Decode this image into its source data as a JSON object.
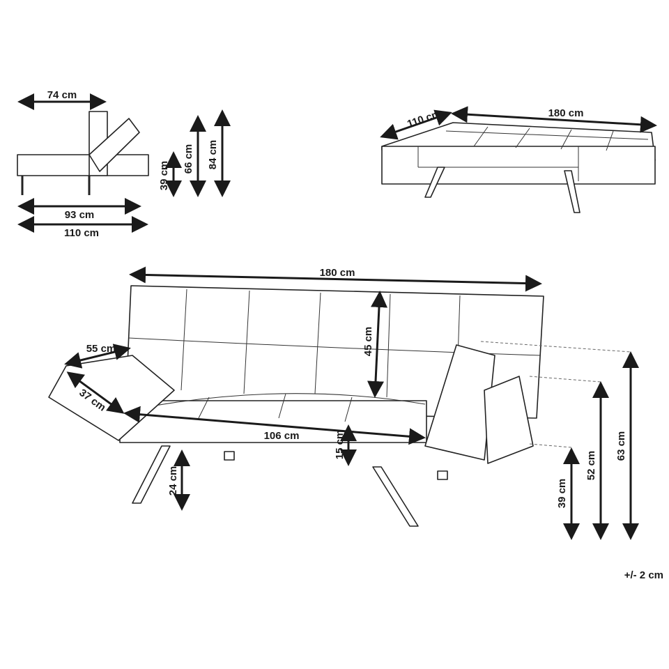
{
  "side_view": {
    "depth_top": "74 cm",
    "seat_height": "39 cm",
    "back_height": "66 cm",
    "total_height": "84 cm",
    "width_sofa": "93 cm",
    "width_bed": "110 cm"
  },
  "bed_view": {
    "depth": "110 cm",
    "length": "180 cm"
  },
  "front_view": {
    "width": "180 cm",
    "armrest_length": "55 cm",
    "armrest_depth": "37 cm",
    "back_height": "45 cm",
    "seat_width": "106 cm",
    "seat_thickness": "15 cm",
    "leg_height": "24 cm",
    "seat_height": "39 cm",
    "armrest_height": "52 cm",
    "total_height": "63 cm"
  },
  "tolerance": "+/- 2 cm"
}
